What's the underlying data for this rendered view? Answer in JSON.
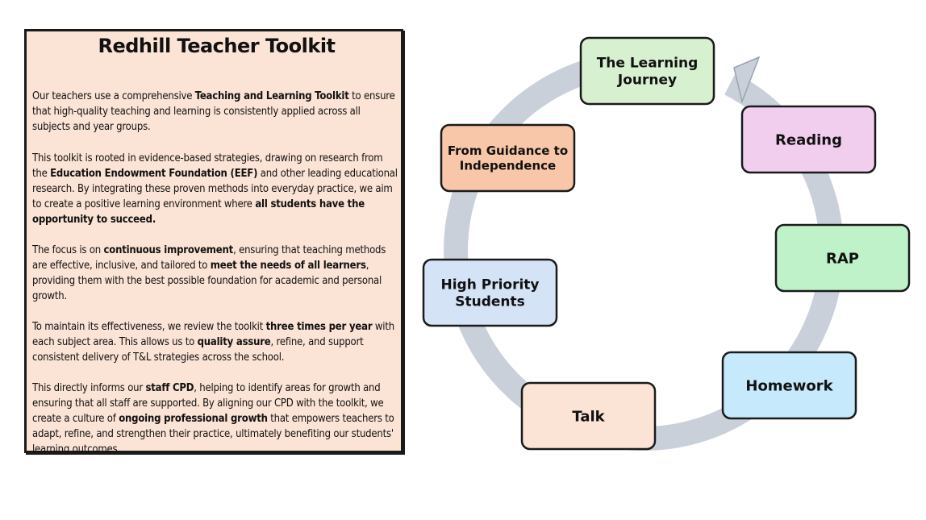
{
  "panel": {
    "title": "Redhill Teacher Toolkit",
    "paragraphs": [
      [
        {
          "t": "Our teachers use a comprehensive ",
          "b": false
        },
        {
          "t": "Teaching and Learning Toolkit",
          "b": true
        },
        {
          "t": " to ensure that high-quality teaching and learning is consistently applied across all subjects and year groups.",
          "b": false
        }
      ],
      [
        {
          "t": "This toolkit is rooted in evidence-based strategies, drawing on research from the ",
          "b": false
        },
        {
          "t": "Education Endowment Foundation (EEF)",
          "b": true
        },
        {
          "t": " and other leading educational research. By integrating these proven methods into everyday practice, we aim to create a positive learning environment where ",
          "b": false
        },
        {
          "t": "all students have the opportunity to succeed.",
          "b": true
        }
      ],
      [
        {
          "t": "The focus is on ",
          "b": false
        },
        {
          "t": "continuous improvement",
          "b": true
        },
        {
          "t": ", ensuring that teaching methods are effective, inclusive, and tailored to ",
          "b": false
        },
        {
          "t": "meet the needs of all learners",
          "b": true
        },
        {
          "t": ", providing them with the best possible foundation for academic and personal growth.",
          "b": false
        }
      ],
      [
        {
          "t": "To maintain its effectiveness, we review the toolkit ",
          "b": false
        },
        {
          "t": "three times per year",
          "b": true
        },
        {
          "t": " with each subject area. This allows us to ",
          "b": false
        },
        {
          "t": "quality assure",
          "b": true
        },
        {
          "t": ", refine, and support consistent delivery of T&L strategies across the school.",
          "b": false
        }
      ],
      [
        {
          "t": "This directly informs our ",
          "b": false
        },
        {
          "t": "staff CPD",
          "b": true
        },
        {
          "t": ", helping to identify areas for growth and ensuring that all staff are supported. By aligning our CPD with the toolkit, we create a culture of ",
          "b": false
        },
        {
          "t": "ongoing professional growth",
          "b": true
        },
        {
          "t": " that empowers teachers to adapt, refine, and strengthen their practice, ultimately benefiting our students' learning outcomes.",
          "b": false
        }
      ]
    ]
  },
  "cycle": {
    "colors": {
      "ring": "#c9d0d9",
      "ring_stroke": "#9aa3ad",
      "border": "#1a1a1a"
    },
    "nodes": [
      {
        "id": "learning-journey",
        "lines": [
          "The Learning",
          "Journey"
        ],
        "fill": "#d6f0d0"
      },
      {
        "id": "reading",
        "lines": [
          "Reading"
        ],
        "fill": "#f1cdee"
      },
      {
        "id": "rap",
        "lines": [
          "RAP"
        ],
        "fill": "#bff2c8"
      },
      {
        "id": "homework",
        "lines": [
          "Homework"
        ],
        "fill": "#c6e9fb"
      },
      {
        "id": "talk",
        "lines": [
          "Talk"
        ],
        "fill": "#fbe3d5"
      },
      {
        "id": "high-priority-students",
        "lines": [
          "High Priority",
          "Students"
        ],
        "fill": "#d5e3f7"
      },
      {
        "id": "guidance-to-independence",
        "lines": [
          "From Guidance to",
          "Independence"
        ],
        "fill": "#f8c6a8"
      }
    ]
  }
}
